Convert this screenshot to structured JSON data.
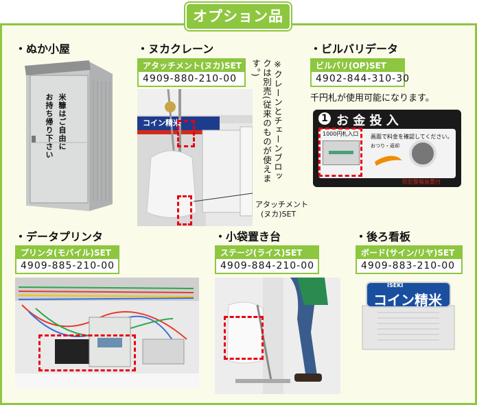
{
  "banner": "オプション品",
  "sections": {
    "nuka": {
      "title": "・ぬか小屋",
      "door_sign_1": "米糠はご自由に",
      "door_sign_2": "お持ち帰り下さい"
    },
    "crane": {
      "title": "・ヌカクレーン",
      "set_label": "アタッチメント(ヌカ)SET",
      "code": "4909-880-210-00",
      "sign": "コイン精米",
      "note_vertical": "※クレーンとチェーンブロックは別売(従来のものが使えます。)",
      "callout_line1": "アタッチメント",
      "callout_line2": "(ヌカ)SET"
    },
    "bill": {
      "title": "・ビルバリデータ",
      "set_label": "ビルバリ(OP)SET",
      "code": "4902-844-310-30",
      "desc": "千円札が使用可能になります。",
      "panel_num": "1",
      "panel_title": "お 金 投 入",
      "slot_label": "1000円札入口",
      "instruction": "画面で料金を確認してください。",
      "change_label": "おつり・返却",
      "warning": "防犯警報装置付"
    },
    "printer": {
      "title": "・データプリンタ",
      "set_label": "プリンタ(モバイル)SET",
      "code": "4909-885-210-00"
    },
    "bag": {
      "title": "・小袋置き台",
      "set_label": "ステージ(ライス)SET",
      "code": "4909-884-210-00"
    },
    "sign": {
      "title": "・後ろ看板",
      "set_label": "ボード(サイン/リヤ)SET",
      "code": "4909-883-210-00",
      "brand": "ISEKI",
      "board_text": "コイン精米"
    }
  }
}
